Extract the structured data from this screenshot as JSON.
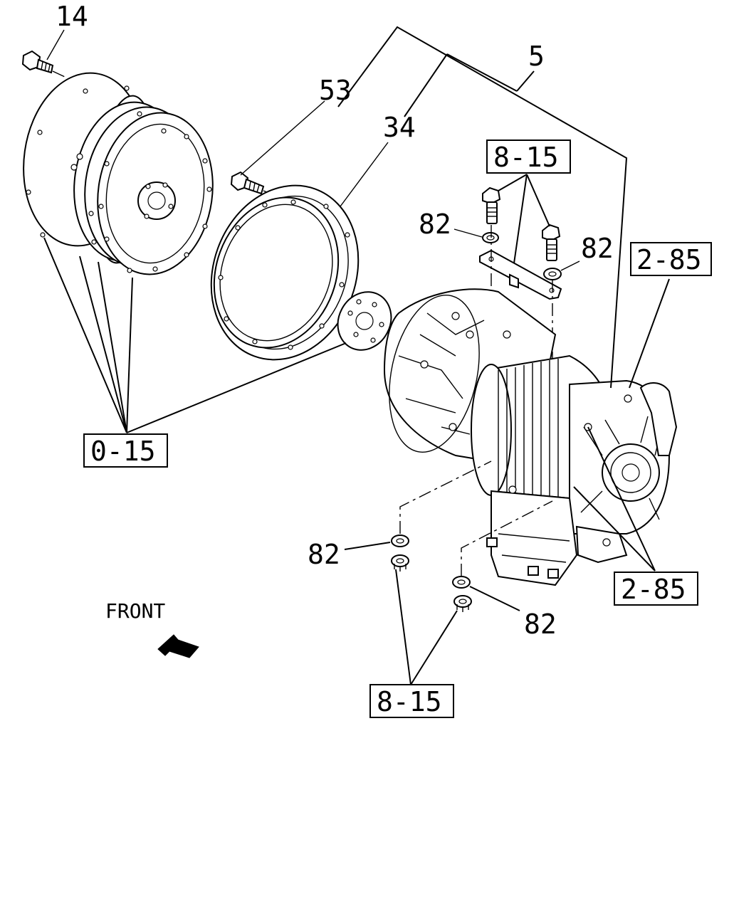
{
  "callouts": {
    "c14": "14",
    "c53": "53",
    "c34": "34",
    "c5": "5",
    "c82_top_left": "82",
    "c82_top_right": "82",
    "c82_bottom_left": "82",
    "c82_bottom_right": "82"
  },
  "reference_boxes": {
    "ref_8_15_top": "8-15",
    "ref_2_85_top": "2-85",
    "ref_0_15": "0-15",
    "ref_2_85_bottom": "2-85",
    "ref_8_15_bottom": "8-15"
  },
  "direction": {
    "label": "FRONT",
    "arrow_icon": "arrow-icon"
  }
}
